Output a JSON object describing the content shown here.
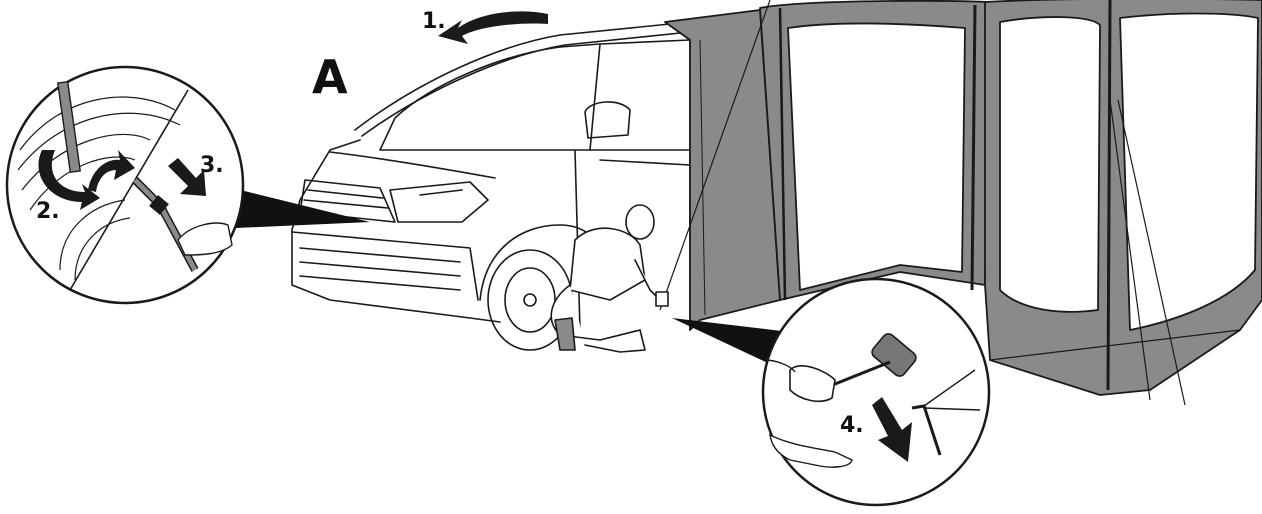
{
  "figure": {
    "panel_letter": "A",
    "steps": {
      "step1": "1.",
      "step2": "2.",
      "step3": "3.",
      "step4": "4."
    }
  },
  "colors": {
    "awning_fabric": "#8a8a8a",
    "awning_fabric_dark": "#767676",
    "awning_window": "#ffffff",
    "outline": "#1a1a1a",
    "arrow_fill": "#1a1a1a",
    "callout_wedge": "#111111",
    "background": "#ffffff"
  },
  "icons": [
    "curved-arrow-icon",
    "down-arrow-icon",
    "mallet-icon",
    "tent-peg-icon",
    "hand-icon",
    "strap-icon"
  ]
}
